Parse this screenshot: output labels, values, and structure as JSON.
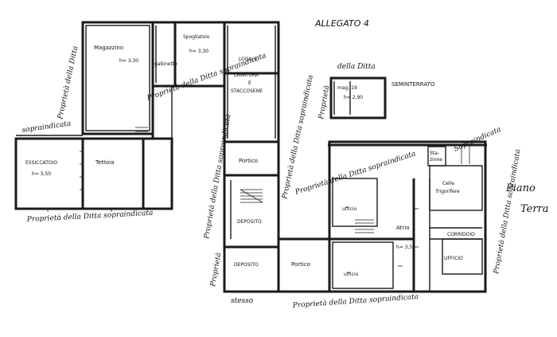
{
  "header": {
    "title": "ALLEGATO  4"
  },
  "level": {
    "line1": "Piano",
    "line2": "Terra"
  },
  "rooms": {
    "magazzino": "Magazzino",
    "magazzino_h": "h= 3,30",
    "spogliatoio": "Spogliatoio",
    "spogliatoio_h": "h= 3,30",
    "gabinetto": "gabinetto",
    "locale": "LOCALE",
    "lavatura": "LAVATURA",
    "e": "E",
    "staccosene": "STACCOSENE",
    "essiccatoio": "ESSICCATOIO",
    "essiccatoio_h": "h= 3,50",
    "tettoia": "Tettoia",
    "portico_1": "Portico",
    "deposito_1": "DEPOSITO",
    "deposito_2": "DEPOSITO",
    "portico_2": "Portico",
    "ufficio_1": "ufficio",
    "ufficio_2": "ufficio",
    "ufficio_3": "UFFICIO",
    "atrio": "Atrio",
    "atrio_h": "h= 3,50",
    "corridoio": "CORRIDOIO",
    "celle_1": "Celle",
    "celle_2": "frigorifere",
    "stazione": "Sta-",
    "stazione_2": "zione",
    "seminterrato": "SEMINTERRATO",
    "sem_room": "mag. 19",
    "sem_h": "h= 2,90"
  },
  "annotations": {
    "ditta_lower": "Proprietà della Ditta sopraindicata",
    "ditta_left_bottom": "Proprietà della Ditta sopraindicata",
    "ditta_left_vertical": "Proprietà della Ditta",
    "sopraindicata_left": "sopraindicata",
    "ditta_mid_vertical": "Proprietà della Ditta sopraindicata",
    "ditta_center_vertical": "Proprietà della Ditta sopraindicata",
    "ditta_right_vertical": "Proprietà della Ditta sopraindicata",
    "ditta_upper_diag": "Proprietà della Ditta sopraindicata",
    "ditta_top_right": "della Ditta",
    "sem_prop": "Proprietà",
    "sopraindicata_right": "Sopraindicata",
    "stesso_bottom": "stesso",
    "ditta_short": "Proprietà della Ditta sopraindicata",
    "mid_prop": "Proprietà"
  }
}
